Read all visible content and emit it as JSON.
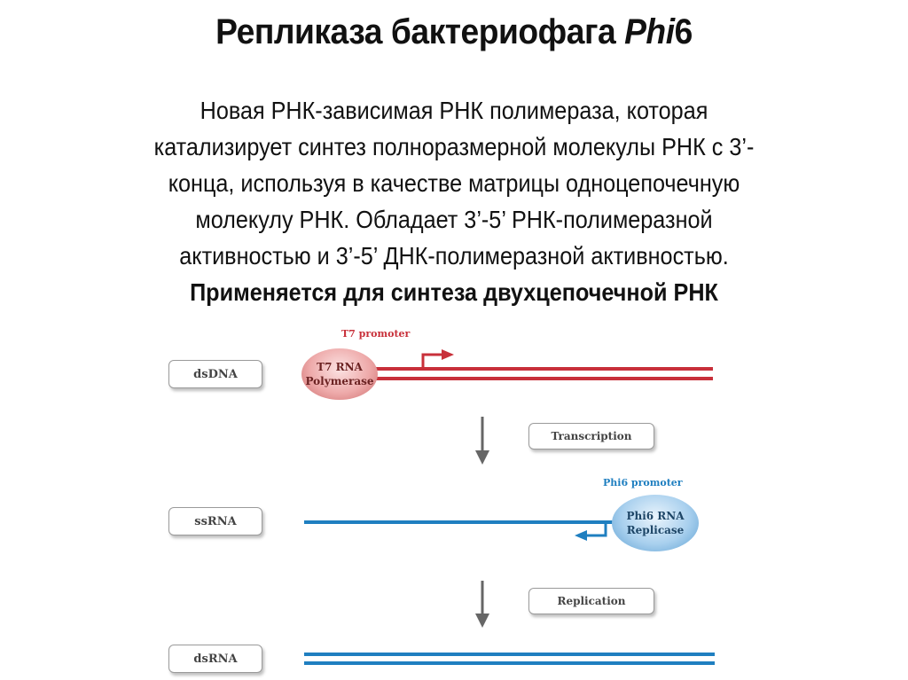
{
  "slide": {
    "title_main": "Репликаза бактериофага ",
    "title_italic": "Phi",
    "title_suffix": "6",
    "description_lines": [
      "Новая РНК-зависимая РНК полимераза, которая",
      "катализирует синтез полноразмерной молекулы РНК с 3’-",
      "конца, используя в качестве матрицы одноцепочечную",
      "молекулу РНК. Обладает 3’-5’ РНК-полимеразной",
      "активностью и 3’-5’ ДНК-полимеразной активностью."
    ],
    "description_bold": "Применяется для синтеза двухцепочечной РНК"
  },
  "diagram": {
    "stages": [
      {
        "label": "dsDNA"
      },
      {
        "label": "ssRNA"
      },
      {
        "label": "dsRNA"
      }
    ],
    "steps": [
      {
        "label": "Transcription"
      },
      {
        "label": "Replication"
      }
    ],
    "t7": {
      "promoter_label": "T7 promoter",
      "enzyme_line1": "T7 RNA",
      "enzyme_line2": "Polymerase",
      "color": "#c8303a"
    },
    "phi6": {
      "promoter_label": "Phi6 promoter",
      "enzyme_line1": "Phi6 RNA",
      "enzyme_line2": "Replicase",
      "color": "#1f7fc0"
    },
    "arrow_color": "#666666"
  }
}
